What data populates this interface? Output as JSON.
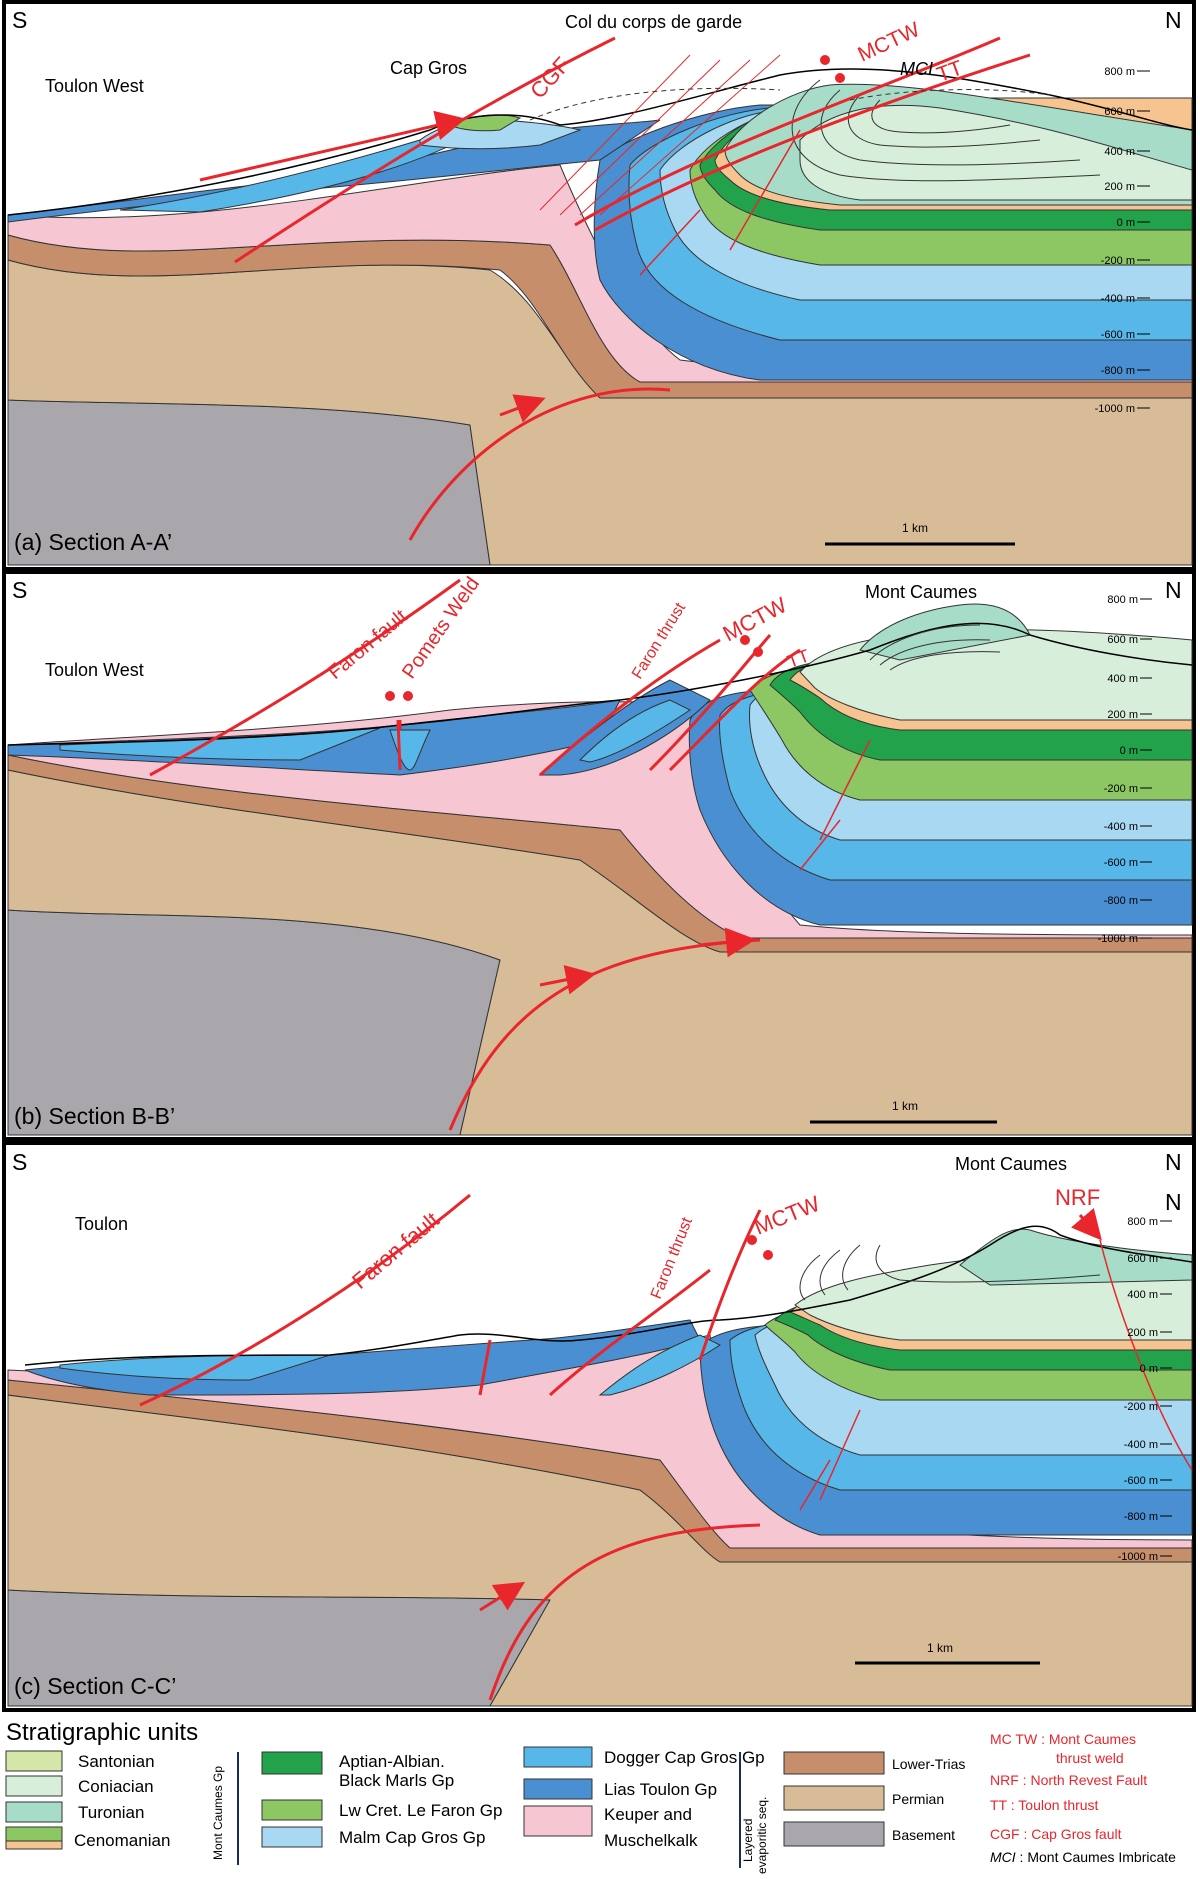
{
  "colors": {
    "basement": "#a9a7ab",
    "permian": "#d8bc97",
    "lower_trias": "#c68e6a",
    "keuper": "#f6c7d3",
    "lias": "#4a8fd1",
    "dogger": "#57b7e8",
    "malm": "#a8d8f2",
    "lw_cret": "#8cc763",
    "aptian": "#22a24b",
    "cenomanian": "#f6c490",
    "turonian": "#a6dcc8",
    "coniacian": "#d7eedb",
    "santonian": "#d5e7a8",
    "fault": "#e8262c"
  },
  "sections": [
    {
      "letter_s": "S",
      "letter_n": "N",
      "caption": "(a) Section A-A’",
      "places": [
        "Toulon West",
        "Cap Gros",
        "Col du corps de garde"
      ],
      "faults": [
        "CGF",
        "MCTW",
        "MCI",
        "TT"
      ],
      "depths": [
        "800 m",
        "600 m",
        "400 m",
        "200 m",
        "0 m",
        "-200 m",
        "-400 m",
        "-600 m",
        "-800 m",
        "-1000 m"
      ],
      "scale": "1 km"
    },
    {
      "letter_s": "S",
      "letter_n": "N",
      "caption": "(b) Section B-B’",
      "places": [
        "Toulon West",
        "Mont Caumes"
      ],
      "faults": [
        "Faron fault",
        "Pomets Weld",
        "Faron thrust",
        "MCTW",
        "TT"
      ],
      "depths": [
        "800 m",
        "600 m",
        "400 m",
        "200 m",
        "0 m",
        "-200 m",
        "-400 m",
        "-600 m",
        "-800 m",
        "-1000 m"
      ],
      "scale": "1 km"
    },
    {
      "letter_s": "S",
      "letter_n": "N",
      "letter_n2": "N",
      "caption": "(c) Section C-C’",
      "places": [
        "Toulon",
        "Mont Caumes"
      ],
      "faults": [
        "Faron fault",
        "Faron thrust",
        "MCTW",
        "NRF"
      ],
      "depths": [
        "800 m",
        "600 m",
        "400 m",
        "200 m",
        "0 m",
        "-200 m",
        "-400 m",
        "-600 m",
        "-800 m",
        "-1000 m"
      ],
      "scale": "1 km"
    }
  ],
  "legend": {
    "title": "Stratigraphic units",
    "col1": [
      "Santonian",
      "Coniacian",
      "Turonian",
      "Cenomanian"
    ],
    "group_mc": "Mont Caumes Gp",
    "col2": [
      "Aptian-Albian.",
      "Black Marls Gp",
      "Lw Cret. Le Faron Gp",
      "Malm Cap Gros Gp"
    ],
    "col3": [
      "Dogger Cap Gros Gp",
      "Lias Toulon Gp",
      "Keuper and",
      "Muschelkalk"
    ],
    "group_evap": [
      "Layered",
      "evaporitic seq."
    ],
    "col4": [
      "Lower-Trias",
      "Permian",
      "Basement"
    ],
    "abbrev": [
      {
        "k": "MC TW",
        "v": "Mont Caumes"
      },
      {
        "k": "",
        "v": "thrust weld"
      },
      {
        "k": "NRF",
        "v": "North Revest Fault"
      },
      {
        "k": "TT",
        "v": "Toulon thrust"
      },
      {
        "k": "CGF",
        "v": "Cap Gros fault"
      },
      {
        "k": "MCI",
        "v": "Mont Caumes Imbricate"
      }
    ]
  }
}
